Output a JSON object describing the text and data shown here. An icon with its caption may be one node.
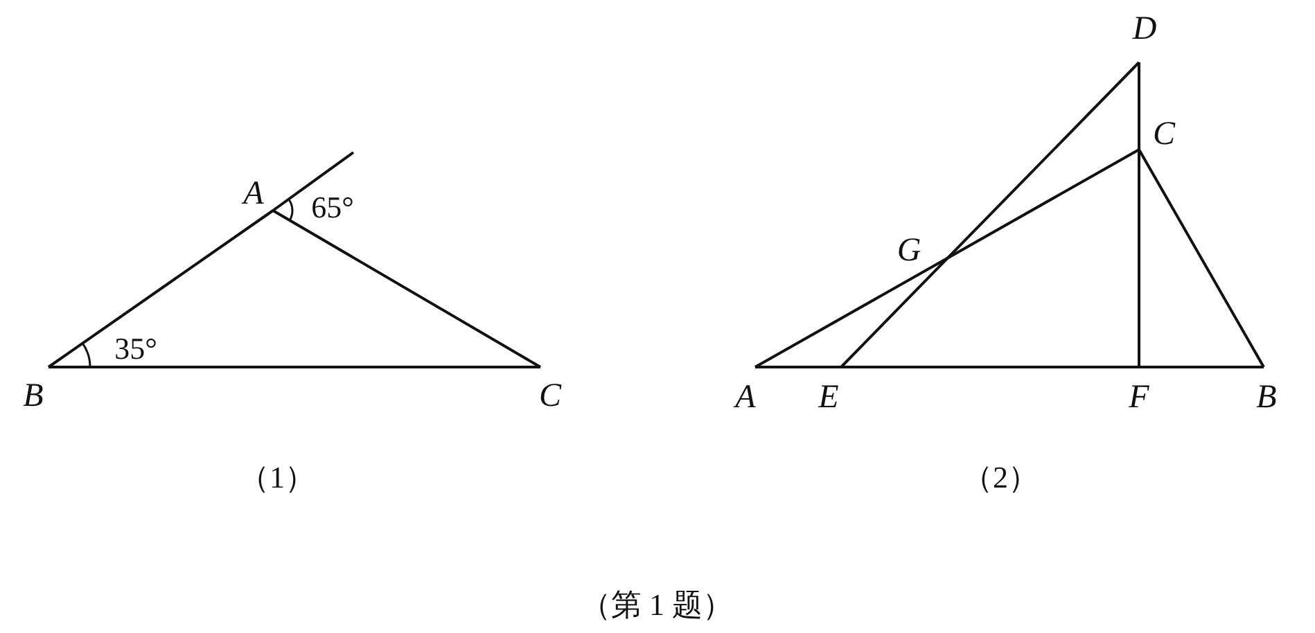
{
  "diagram": {
    "caption": "（第 1 题）",
    "nodes": [
      {
        "text": [
          "A"
        ]
      },
      {
        "text": [
          "B"
        ]
      },
      {
        "text": [
          "C"
        ]
      },
      {
        "text": [
          "D"
        ]
      },
      {
        "text": [
          "C"
        ]
      },
      {
        "text": [
          "G"
        ]
      },
      {
        "text": [
          "A"
        ]
      },
      {
        "text": [
          "E"
        ]
      },
      {
        "text": [
          "F"
        ]
      },
      {
        "text": [
          "B"
        ]
      }
    ],
    "edges": [
      {
        "from": 1,
        "to": 0,
        "arrow": "none"
      },
      {
        "from": 0,
        "to": null,
        "arrow": "none"
      },
      {
        "from": 0,
        "to": 2,
        "arrow": "none"
      },
      {
        "from": 1,
        "to": 2,
        "arrow": "none"
      },
      {
        "from": 6,
        "to": 5,
        "arrow": "none"
      },
      {
        "from": 5,
        "to": 4,
        "arrow": "none"
      },
      {
        "from": 7,
        "to": 5,
        "arrow": "none"
      },
      {
        "from": 5,
        "to": 3,
        "arrow": "none"
      },
      {
        "from": 3,
        "to": 4,
        "arrow": "none"
      },
      {
        "from": 4,
        "to": 8,
        "arrow": "none"
      },
      {
        "from": 4,
        "to": 9,
        "arrow": "none"
      },
      {
        "from": 6,
        "to": 7,
        "arrow": "none"
      },
      {
        "from": 7,
        "to": 8,
        "arrow": "none"
      },
      {
        "from": 8,
        "to": 9,
        "arrow": "none"
      }
    ],
    "labels": [
      "65°",
      "35°",
      "（1）",
      "（2）"
    ]
  }
}
